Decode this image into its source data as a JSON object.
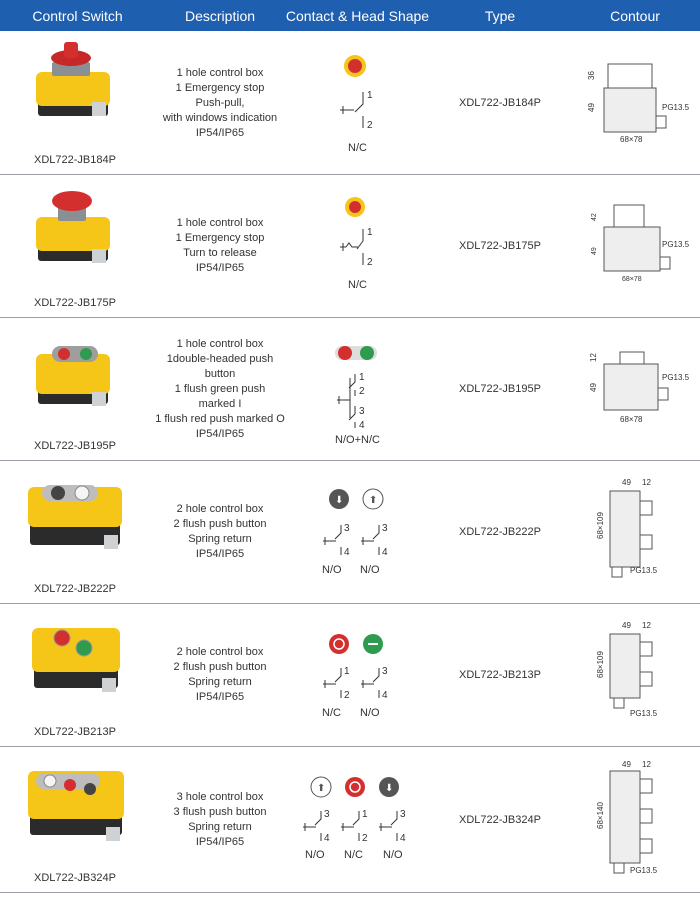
{
  "header": {
    "col1": "Control Switch",
    "col2": "Description",
    "col3": "Contact & Head Shape",
    "col4": "Type",
    "col5": "Contour"
  },
  "colors": {
    "header_bg": "#1f5fb0",
    "housing_yellow": "#f5c518",
    "housing_dark": "#2b2b2b",
    "button_red": "#d32f2f",
    "button_green": "#2e9b4f"
  },
  "rows": [
    {
      "model": "XDL722-JB184P",
      "desc": [
        "1 hole control box",
        "1 Emergency stop",
        "Push-pull,",
        "with windows indication",
        "IP54/IP65"
      ],
      "contact_label": "N/C",
      "type": "XDL722-JB184P",
      "contour": {
        "dims": [
          "36",
          "49",
          "68×78"
        ],
        "pg": "PG13.5"
      },
      "contact_nums": [
        "1",
        "2"
      ]
    },
    {
      "model": "XDL722-JB175P",
      "desc": [
        "1 hole control box",
        "1 Emergency stop",
        "Turn to release",
        "IP54/IP65"
      ],
      "contact_label": "N/C",
      "type": "XDL722-JB175P",
      "contour": {
        "dims": [
          "42",
          "49",
          "68×78"
        ],
        "pg": "PG13.5"
      },
      "contact_nums": [
        "1",
        "2"
      ]
    },
    {
      "model": "XDL722-JB195P",
      "desc": [
        "1 hole control box",
        "1double-headed push button",
        "1 flush green push marked I",
        "1 flush red push marked O",
        "IP54/IP65"
      ],
      "contact_label": "N/O+N/C",
      "type": "XDL722-JB195P",
      "contour": {
        "dims": [
          "12",
          "49",
          "68×78"
        ],
        "pg": "PG13.5"
      },
      "contact_nums": [
        "1",
        "2",
        "3",
        "4"
      ]
    },
    {
      "model": "XDL722-JB222P",
      "desc": [
        "2 hole control box",
        "2 flush push button",
        "Spring return",
        "IP54/IP65"
      ],
      "contact_labels": [
        "N/O",
        "N/O"
      ],
      "type": "XDL722-JB222P",
      "contour": {
        "dims": [
          "49",
          "12",
          "68×109"
        ],
        "pg": "PG13.5"
      },
      "contact_nums": [
        "3",
        "4",
        "3",
        "4"
      ]
    },
    {
      "model": "XDL722-JB213P",
      "desc": [
        "2 hole control box",
        "2 flush push button",
        "Spring return",
        "IP54/IP65"
      ],
      "contact_labels": [
        "N/C",
        "N/O"
      ],
      "type": "XDL722-JB213P",
      "contour": {
        "dims": [
          "49",
          "12",
          "68×109"
        ],
        "pg": "PG13.5"
      },
      "contact_nums": [
        "1",
        "2",
        "3",
        "4"
      ]
    },
    {
      "model": "XDL722-JB324P",
      "desc": [
        "3 hole control box",
        "3 flush push button",
        "Spring return",
        "IP54/IP65"
      ],
      "contact_labels": [
        "N/O",
        "N/C",
        "N/O"
      ],
      "type": "XDL722-JB324P",
      "contour": {
        "dims": [
          "49",
          "12",
          "68×140"
        ],
        "pg": "PG13.5"
      },
      "contact_nums": [
        "3",
        "4",
        "1",
        "2",
        "3",
        "4"
      ]
    }
  ]
}
